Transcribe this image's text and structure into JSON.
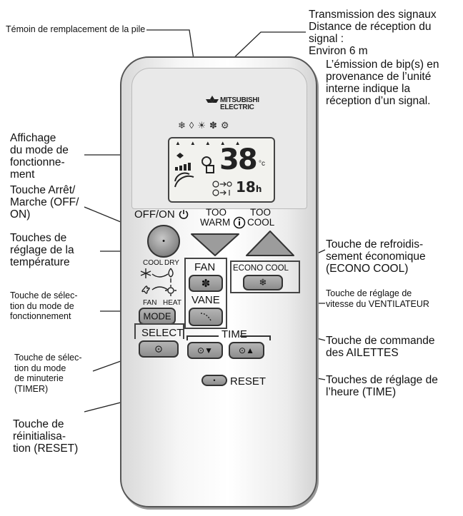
{
  "annotations": {
    "battery": "Témoin de remplacement de la pile",
    "signal": "Transmission des signaux\nDistance de réception du\nsignal :\nEnviron 6 m",
    "beep": "L’émission de bip(s) en\nprovenance de l’unité\ninterne indique la\nréception d’un signal.",
    "mode_display": "Affichage\ndu mode de\nfonctionne-\nment",
    "off_on": "Touche Arrêt/\nMarche (OFF/\nON)",
    "temp_keys": "Touches de\nréglage de la\ntempérature",
    "mode_select": "Touche de sélec-\ntion du mode de\nfonctionnement",
    "timer_select": "Touche de sélec-\ntion du mode\nde minuterie\n(TIMER)",
    "reset": "Touche de\nréinitialisa-\ntion (RESET)",
    "econo_cool": "Touche de refroidis-\nsement économique\n(ECONO COOL)",
    "fan_speed": "Touche de réglage de\nvitesse du VENTILATEUR",
    "vane": "Touche de commande\ndes AILETTES",
    "time_keys": "Touches de réglage de\nl’heure (TIME)"
  },
  "remote": {
    "brand_line1": "MITSUBISHI",
    "brand_line2": "ELECTRIC",
    "lcd_temp": "38",
    "lcd_unit": "°c",
    "lcd_timer": "18",
    "lcd_timer_unit": "h",
    "label_off_on": "OFF/ON",
    "label_too_warm_1": "TOO",
    "label_too_warm_2": "WARM",
    "label_too_cool_1": "TOO",
    "label_too_cool_2": "COOL",
    "label_cool": "COOL",
    "label_dry": "DRY",
    "label_fan_mode": "FAN",
    "label_heat": "HEAT",
    "label_mode": "MODE",
    "label_fan": "FAN",
    "label_econo_cool": "ECONO COOL",
    "label_vane": "VANE",
    "label_select": "SELECT",
    "label_time": "TIME",
    "label_reset": "RESET"
  },
  "icons": [
    "mitsubishi-logo-icon",
    "power-icon",
    "info-icon",
    "fan-icon",
    "vane-icon",
    "clock-icon",
    "snowflake-icon",
    "sun-icon",
    "droplet-icon"
  ]
}
